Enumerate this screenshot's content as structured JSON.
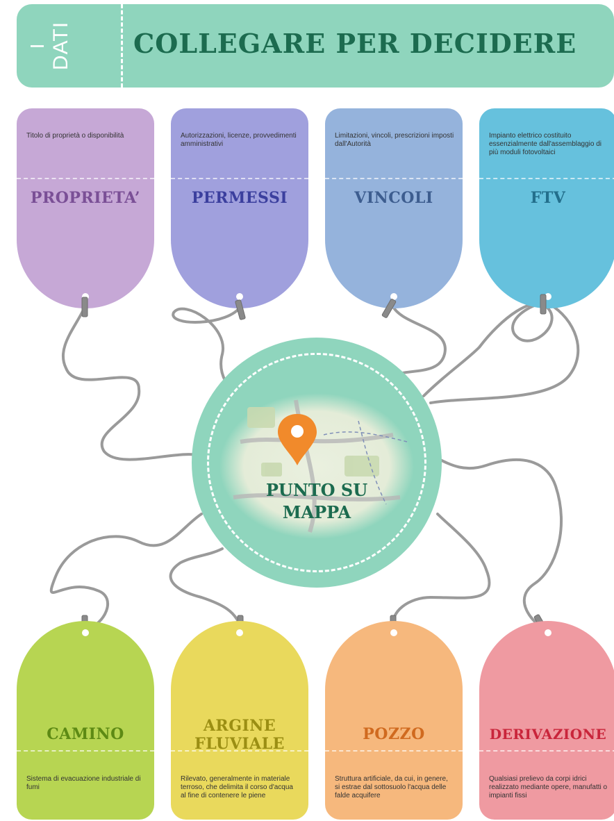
{
  "header": {
    "roman": "I",
    "side_label": "DATI",
    "title": "COLLEGARE PER DECIDERE"
  },
  "hub": {
    "label_line1": "PUNTO SU",
    "label_line2": "MAPPA"
  },
  "top_tags": [
    {
      "name": "PROPRIETA’",
      "desc": "Titolo di proprietà o disponibilità",
      "color": "#c6a8d6",
      "text_color": "#7a4f96"
    },
    {
      "name": "PERMESSI",
      "desc": "Autorizzazioni, licenze, provvedimenti amministrativi",
      "color": "#a0a0dd",
      "text_color": "#3b3f9e"
    },
    {
      "name": "VINCOLI",
      "desc": "Limitazioni, vincoli, prescrizioni imposti dall'Autorità",
      "color": "#95b3dc",
      "text_color": "#3d5d8f"
    },
    {
      "name": "FTV",
      "desc": "Impianto elettrico costituito essenzialmente dall'assemblaggio di più moduli fotovoltaici",
      "color": "#66c1dd",
      "text_color": "#236f8c"
    }
  ],
  "bottom_tags": [
    {
      "name": "CAMINO",
      "desc": "Sistema di evacuazione industriale di fumi",
      "color": "#b7d552",
      "text_color": "#5d8a14"
    },
    {
      "name1": "ARGINE",
      "name2": "FLUVIALE",
      "desc": "Rilevato, generalmente in materiale terroso, che delimita il corso d'acqua al fine di contenere le piene",
      "color": "#e9d95c",
      "text_color": "#9b8e13"
    },
    {
      "name": "POZZO",
      "desc": "Struttura artificiale, da cui, in genere, si estrae dal sottosuolo l'acqua delle falde acquifere",
      "color": "#f6b87d",
      "text_color": "#d06a1f"
    },
    {
      "name": "DERIVAZIONE",
      "desc": "Qualsiasi prelievo da corpi idrici realizzato mediante opere, manufatti o impianti fissi",
      "color": "#ef9aa1",
      "text_color": "#c9253b"
    }
  ]
}
